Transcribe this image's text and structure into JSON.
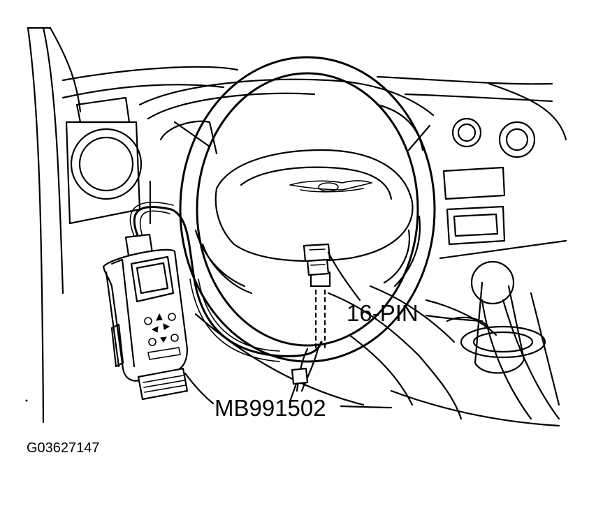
{
  "labels": {
    "connector": "16-PIN",
    "tool": "MB991502",
    "figure_id": "G03627147"
  },
  "colors": {
    "line": "#000000",
    "background": "#ffffff"
  }
}
